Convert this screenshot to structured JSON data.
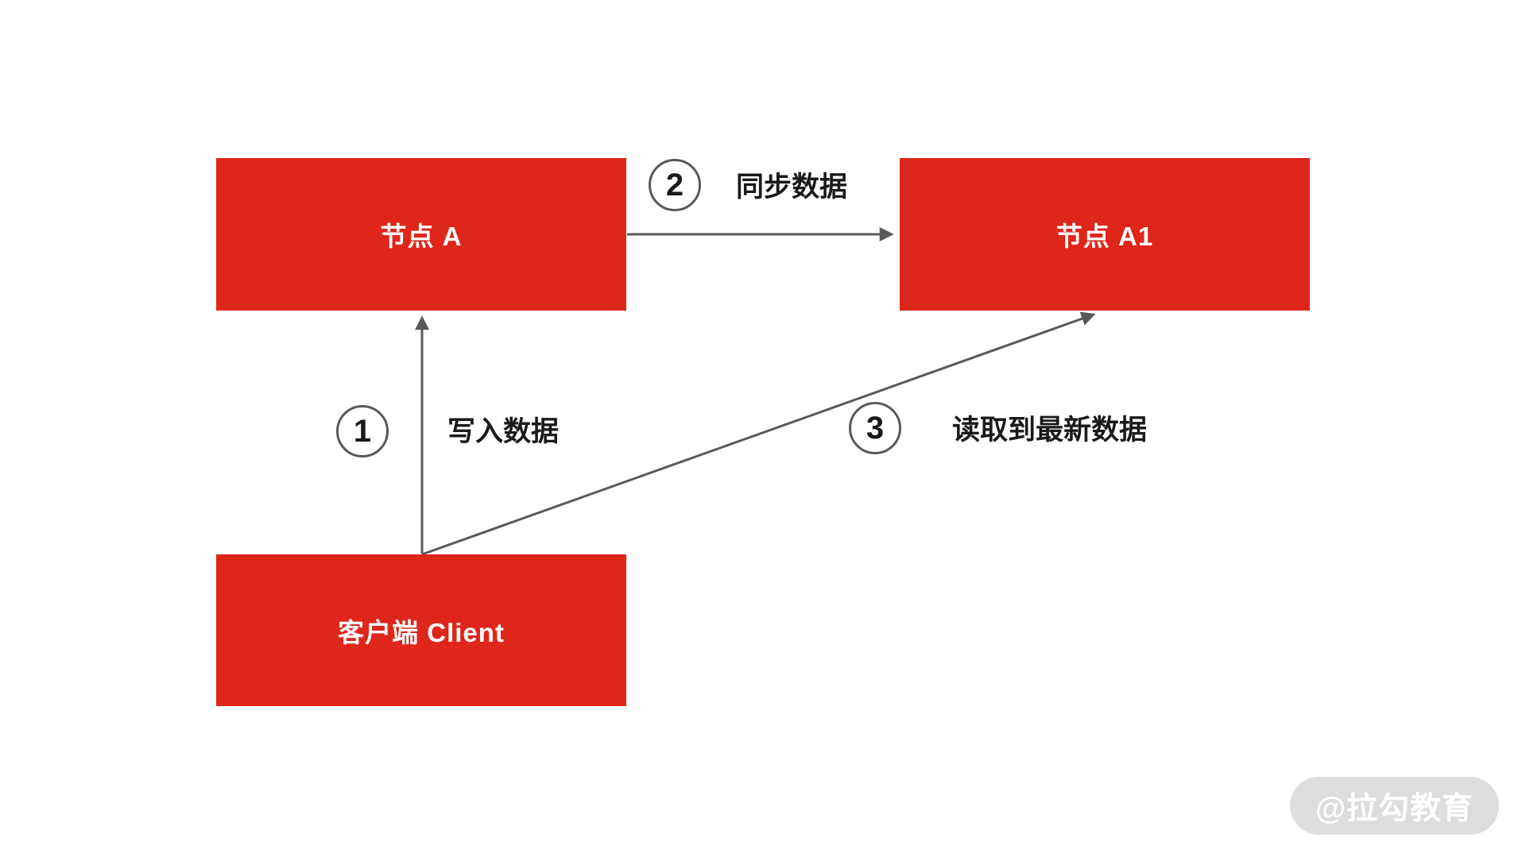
{
  "colors": {
    "node_fill": "#DE261B",
    "node_text": "#FFFFFF",
    "arrow": "#595959",
    "label_text": "#1A1A1A",
    "badge_border": "#595959",
    "badge_text": "#1A1A1A",
    "watermark_bg": "#DBDBDB",
    "watermark_text": "#FFFFFF"
  },
  "nodes": {
    "a": {
      "label": "节点 A"
    },
    "a1": {
      "label": "节点 A1"
    },
    "client": {
      "label": "客户端 Client"
    }
  },
  "steps": {
    "s1": {
      "num": "1",
      "label": "写入数据"
    },
    "s2": {
      "num": "2",
      "label": "同步数据"
    },
    "s3": {
      "num": "3",
      "label": "读取到最新数据"
    }
  },
  "edges": [
    {
      "step": "1",
      "from": "client",
      "to": "a"
    },
    {
      "step": "2",
      "from": "a",
      "to": "a1"
    },
    {
      "step": "3",
      "from": "client",
      "to": "a1"
    }
  ],
  "watermark": {
    "text": "@拉勾教育"
  }
}
